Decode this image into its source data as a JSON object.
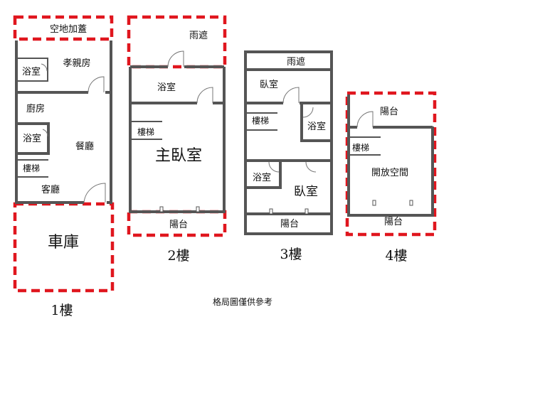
{
  "floor1": {
    "extension": "空地加蓋",
    "bath_top": "浴室",
    "parents_room": "孝親房",
    "kitchen": "廚房",
    "bath_mid": "浴室",
    "dining": "餐廳",
    "stairs": "樓梯",
    "living": "客廳",
    "garage": "車庫",
    "floor_label": "1樓"
  },
  "floor2": {
    "canopy": "雨遮",
    "bath": "浴室",
    "stairs": "樓梯",
    "master": "主臥室",
    "balcony": "陽台",
    "floor_label": "2樓"
  },
  "floor3": {
    "canopy": "雨遮",
    "bedroom_top": "臥室",
    "stairs": "樓梯",
    "bath_right": "浴室",
    "bath_left": "浴室",
    "bedroom_bottom": "臥室",
    "balcony": "陽台",
    "floor_label": "3樓"
  },
  "floor4": {
    "balcony_top": "陽台",
    "stairs": "樓梯",
    "open_space": "開放空間",
    "balcony_bottom": "陽台",
    "floor_label": "4樓"
  },
  "note": "格局圖僅供參考",
  "colors": {
    "wall": "#555555",
    "extension_outline": "#e0161e"
  }
}
